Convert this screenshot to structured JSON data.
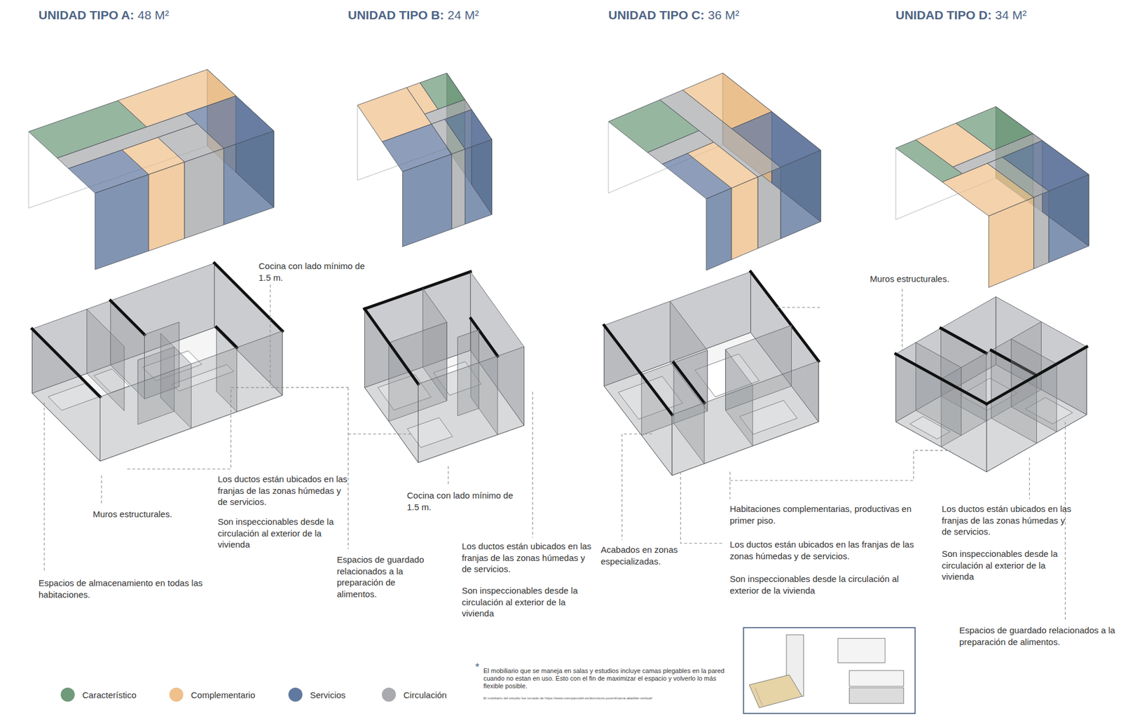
{
  "diagram": {
    "labels": [
      "UNIDAD TIPO A:",
      "48 M²",
      "UNIDAD TIPO B:",
      "24 M²",
      "UNIDAD TIPO C:",
      "36 M²",
      "UNIDAD TIPO D:",
      "34 M²",
      "Cocina con lado mínimo de 1.5 m.",
      "Los ductos están ubicados en las franjas de las zonas húmedas y de servicios.",
      "Son inspeccionables desde la circulación al exterior de la vivienda",
      "Muros estructurales.",
      "Espacios de almacenamiento en todas las habitaciones.",
      "Cocina con lado mínimo de 1.5 m.",
      "Espacios de guardado relacionados a la preparación de alimentos.",
      "Los ductos están ubicados en las franjas de las zonas húmedas y de servicios.",
      "Son inspeccionables desde la circulación al exterior de la vivienda",
      "Acabados en zonas especializadas.",
      "Habitaciones complementarias, productivas en primer piso.",
      "Los ductos están ubicados en las franjas de las zonas húmedas y de servicios.",
      "Son inspeccionables desde la circulación al exterior de la vivienda",
      "Muros estructurales.",
      "Los ductos están ubicados en las franjas de las zonas húmedas y de servicios.",
      "Son inspeccionables desde la circulación al exterior de la vivienda",
      "Espacios de guardado relacionados a la preparación de alimentos.",
      "*",
      "El mobiliario que se maneja en salas y estudios incluye camas plegables en la pared cuando no estan en uso. Esto con el fin de maximizar el espacio y volverlo lo más flexible posible.",
      "El mobiliario del estudio fue tomado de https://www.mempamobil.es/dormitorio-juvenil/cama-abatible-vertical/"
    ],
    "legend": [
      {
        "text": "Característico",
        "color": "#6f9a7b"
      },
      {
        "text": "Complementario",
        "color": "#efc08c"
      },
      {
        "text": "Servicios",
        "color": "#62799f"
      },
      {
        "text": "Circulación",
        "color": "#a9aaad"
      }
    ]
  }
}
